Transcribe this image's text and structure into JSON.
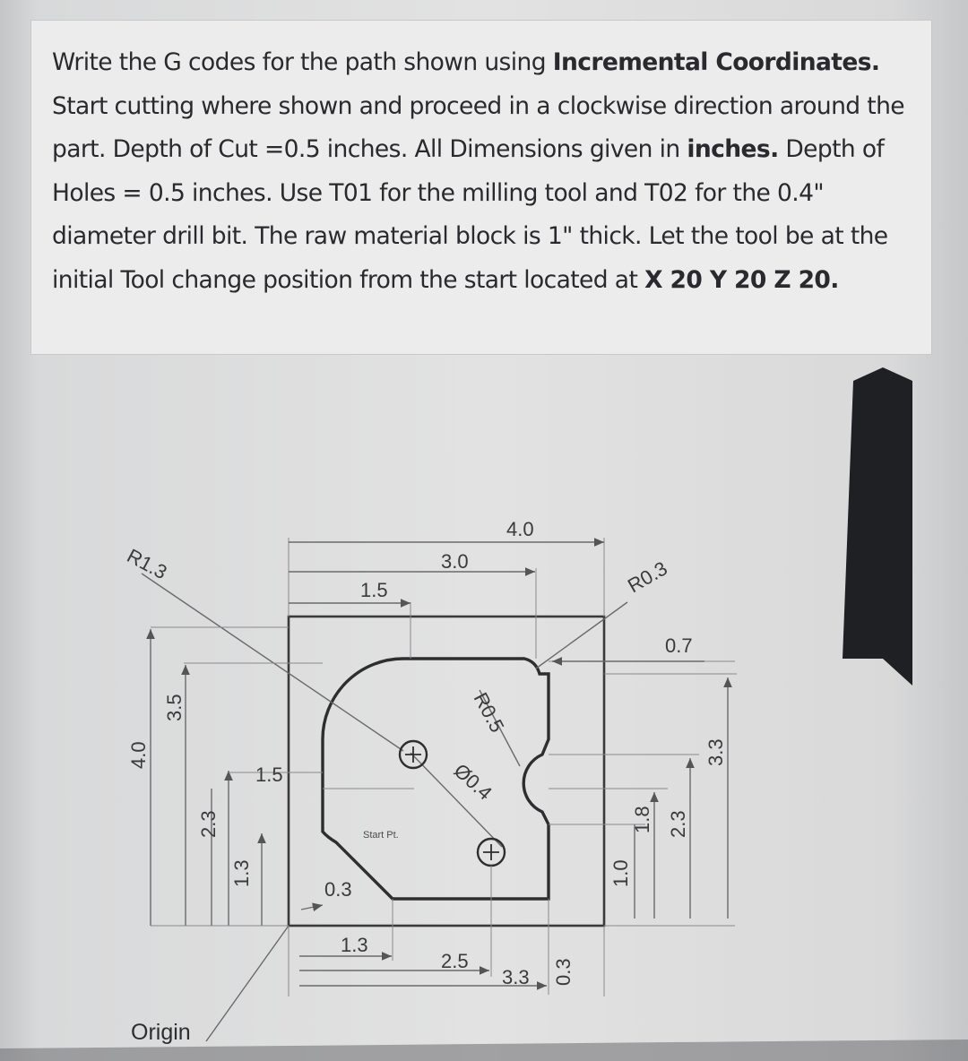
{
  "problem": {
    "p1": "Write the G codes for the path shown using ",
    "p1_bold": "Incremental Coordinates.",
    "p2": "Start cutting where shown and proceed in a clockwise direction around the part. Depth of Cut =0.5 inches. All Dimensions given in ",
    "p2_bold": "inches.",
    "p3": "Depth of Holes = 0.5 inches. Use T01 for the milling tool and T02 for the 0.4\" diameter drill bit. The raw material block is 1\" thick. Let the tool be at the initial Tool change position from the start located at ",
    "p3_bold": "X 20 Y 20 Z 20."
  },
  "drawing": {
    "dim_top_4_0": "4.0",
    "dim_top_3_0": "3.0",
    "dim_top_1_5": "1.5",
    "radius_1_3": "R1.3",
    "radius_0_3": "R0.3",
    "radius_0_5": "R0.5",
    "hole_dia": "Ø0.4",
    "dim_right_0_7": "0.7",
    "dim_left_4_0": "4.0",
    "dim_left_3_5": "3.5",
    "dim_left_2_3": "2.3",
    "dim_left_1_5": "1.5",
    "dim_left_1_3": "1.3",
    "dim_chamfer_0_3": "0.3",
    "start_label": "Start Pt.",
    "dim_bottom_1_3": "1.3",
    "dim_bottom_2_5": "2.5",
    "dim_bottom_3_3": "3.3",
    "dim_bottom_0_3": "0.3",
    "dim_right_1_0": "1.0",
    "dim_right_1_8": "1.8",
    "dim_right_2_3": "2.3",
    "dim_right_3_3": "3.3",
    "origin_label": "Origin"
  },
  "colors": {
    "ink": "#2e2e31",
    "paper": "#e2e2e2",
    "tab": "#1f2024"
  },
  "icons": {
    "hole": "circle-crosshair-icon",
    "tab": "dark-side-tab"
  }
}
